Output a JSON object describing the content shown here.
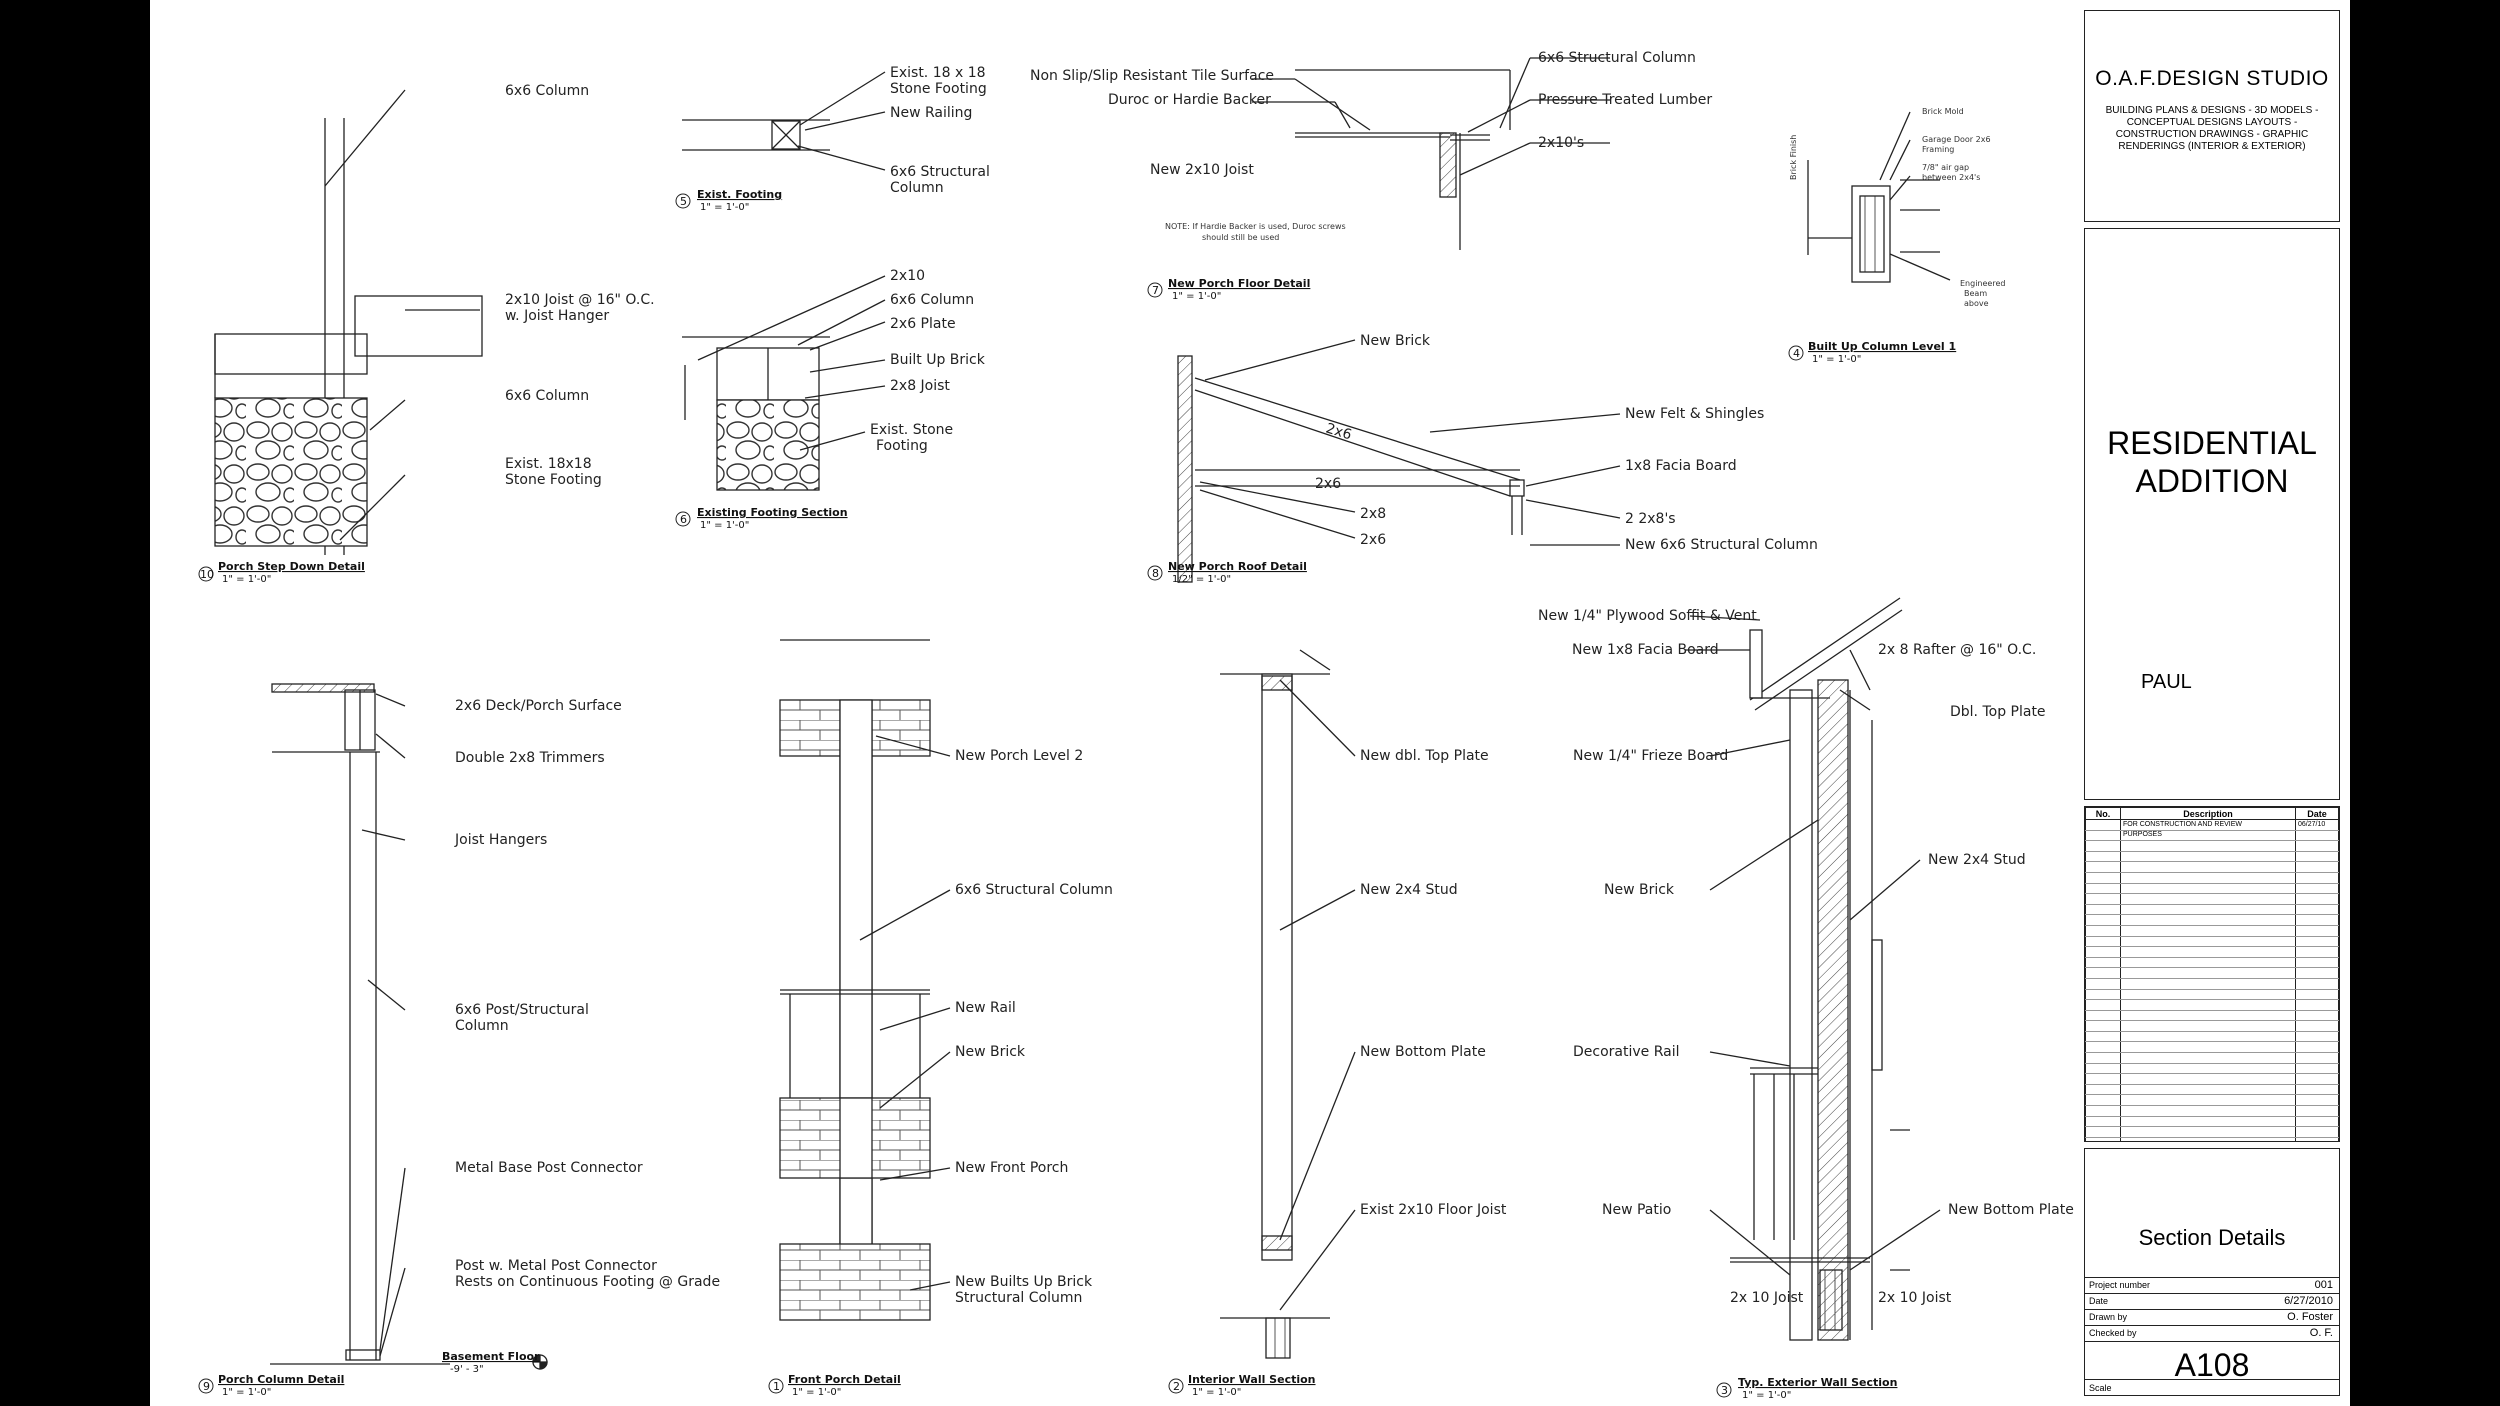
{
  "details": {
    "d10": {
      "num": "10",
      "title": "Porch Step Down Detail",
      "scale": "1\" = 1'-0\"",
      "labels": [
        "6x6 Column",
        "2x10 Joist @ 16\" O.C.",
        "w. Joist Hanger",
        "6x6 Column",
        "Exist. 18x18",
        "Stone Footing"
      ]
    },
    "d5": {
      "num": "5",
      "title": "Exist. Footing",
      "scale": "1\" = 1'-0\"",
      "labels": [
        "Exist. 18 x 18",
        "Stone Footing",
        "New Railing",
        "6x6 Structural",
        "Column"
      ]
    },
    "d6": {
      "num": "6",
      "title": "Existing Footing Section",
      "scale": "1\" = 1'-0\"",
      "labels": [
        "2x10",
        "6x6 Column",
        "2x6 Plate",
        "Built Up Brick",
        "2x8 Joist",
        "Exist. Stone",
        "Footing"
      ]
    },
    "d7": {
      "num": "7",
      "title": "New Porch Floor Detail",
      "scale": "1\" = 1'-0\"",
      "labels": [
        "Non Slip/Slip Resistant Tile Surface",
        "Duroc or Hardie Backer",
        "New 2x10 Joist",
        "6x6 Structural Column",
        "Pressure Treated Lumber",
        "2x10's"
      ],
      "note1": "NOTE:   If Hardie Backer is used, Duroc screws",
      "note2": "should still be used"
    },
    "d4": {
      "num": "4",
      "title": "Built Up Column Level 1",
      "scale": "1\" = 1'-0\"",
      "labels": [
        "Brick Mold",
        "Garage Door 2x6",
        "Framing",
        "7/8\" air gap",
        "between 2x4's",
        "Engineered",
        "Beam",
        "above",
        "Brick Finish"
      ]
    },
    "d8": {
      "num": "8",
      "title": "New Porch Roof Detail",
      "scale": "1/2\" = 1'-0\"",
      "labels": [
        "New Brick",
        "New Felt & Shingles",
        "1x8 Facia Board",
        "2x6",
        "2x6",
        "2x8",
        "2x6",
        "2  2x8's",
        "New 6x6 Structural Column"
      ]
    },
    "d9": {
      "num": "9",
      "title": "Porch Column Detail",
      "scale": "1\" = 1'-0\"",
      "labels": [
        "2x6 Deck/Porch Surface",
        "Double 2x8 Trimmers",
        "Joist Hangers",
        "6x6 Post/Structural",
        "Column",
        "Metal Base Post Connector",
        "Post w. Metal Post Connector",
        "Rests on Continuous Footing @ Grade",
        "Basement Floor",
        "-9' - 3\""
      ]
    },
    "d1": {
      "num": "1",
      "title": "Front Porch Detail",
      "scale": "1\" = 1'-0\"",
      "labels": [
        "New Porch Level 2",
        "6x6 Structural Column",
        "New Rail",
        "New Brick",
        "New Front Porch",
        "New Builts Up Brick",
        "Structural Column"
      ]
    },
    "d2": {
      "num": "2",
      "title": "Interior Wall Section",
      "scale": "1\" = 1'-0\"",
      "labels": [
        "New dbl. Top Plate",
        "New 2x4 Stud",
        "New Bottom Plate",
        "Exist 2x10 Floor Joist"
      ]
    },
    "d3": {
      "num": "3",
      "title": "Typ. Exterior Wall Section",
      "scale": "1\" = 1'-0\"",
      "labels": [
        "New 1/4\" Plywood Soffit & Vent",
        "New 1x8 Facia Board",
        "2x 8 Rafter @ 16\" O.C.",
        "Dbl. Top Plate",
        "New 1/4\" Frieze Board",
        "New Brick",
        "New 2x4 Stud",
        "Decorative Rail",
        "New Patio",
        "New Bottom Plate",
        "2x 10 Joist",
        "2x 10 Joist"
      ]
    }
  },
  "title_block": {
    "studio": "O.A.F.DESIGN STUDIO",
    "services": "BUILDING PLANS & DESIGNS - 3D MODELS - CONCEPTUAL DESIGNS LAYOUTS - CONSTRUCTION DRAWINGS - GRAPHIC RENDERINGS (INTERIOR & EXTERIOR)",
    "project_line1": "RESIDENTIAL",
    "project_line2": "ADDITION",
    "client": "PAUL",
    "revisions": {
      "headers": [
        "No.",
        "Description",
        "Date"
      ],
      "rows": [
        {
          "no": "",
          "desc": "FOR CONSTRUCTION AND REVIEW",
          "date": "06/27/10"
        },
        {
          "no": "",
          "desc": "PURPOSES",
          "date": ""
        }
      ]
    },
    "sheet_name": "Section Details",
    "project_number_label": "Project number",
    "project_number": "001",
    "date_label": "Date",
    "date": "6/27/2010",
    "drawn_by_label": "Drawn by",
    "drawn_by": "O. Foster",
    "checked_by_label": "Checked by",
    "checked_by": "O. F.",
    "sheet_number": "A108",
    "scale_label": "Scale"
  }
}
